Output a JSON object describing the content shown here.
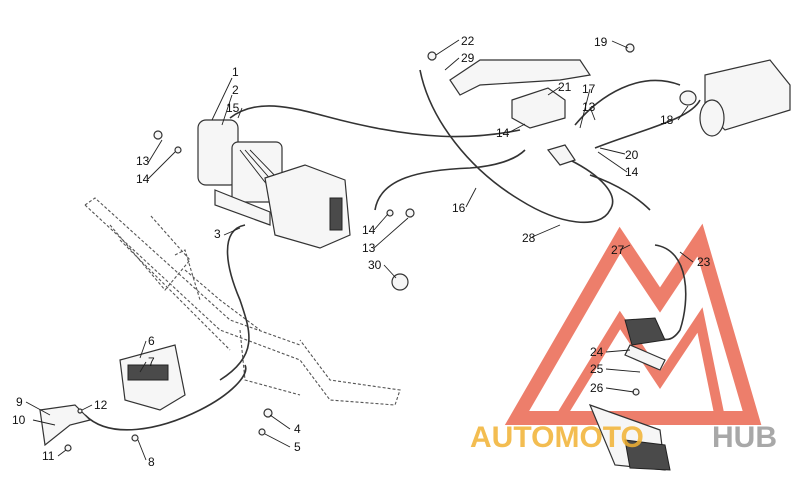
{
  "callouts": {
    "c1": "1",
    "c2": "2",
    "c3": "3",
    "c4": "4",
    "c5": "5",
    "c6": "6",
    "c7": "7",
    "c8": "8",
    "c9": "9",
    "c10": "10",
    "c11": "11",
    "c12": "12",
    "c13a": "13",
    "c13b": "13",
    "c13c": "13",
    "c14a": "14",
    "c14b": "14",
    "c14c": "14",
    "c14d": "14",
    "c15": "15",
    "c16": "16",
    "c17": "17",
    "c18": "18",
    "c19": "19",
    "c20": "20",
    "c21": "21",
    "c22": "22",
    "c23": "23",
    "c24": "24",
    "c25": "25",
    "c26": "26",
    "c27": "27",
    "c28": "28",
    "c29": "29",
    "c30": "30"
  },
  "watermark": {
    "text_part1": "AUTOMOTO",
    "text_part2": "HUB",
    "colors": {
      "triangle": "#e8533a",
      "part1": "#f2b233",
      "part2": "#9a9a9a"
    }
  }
}
